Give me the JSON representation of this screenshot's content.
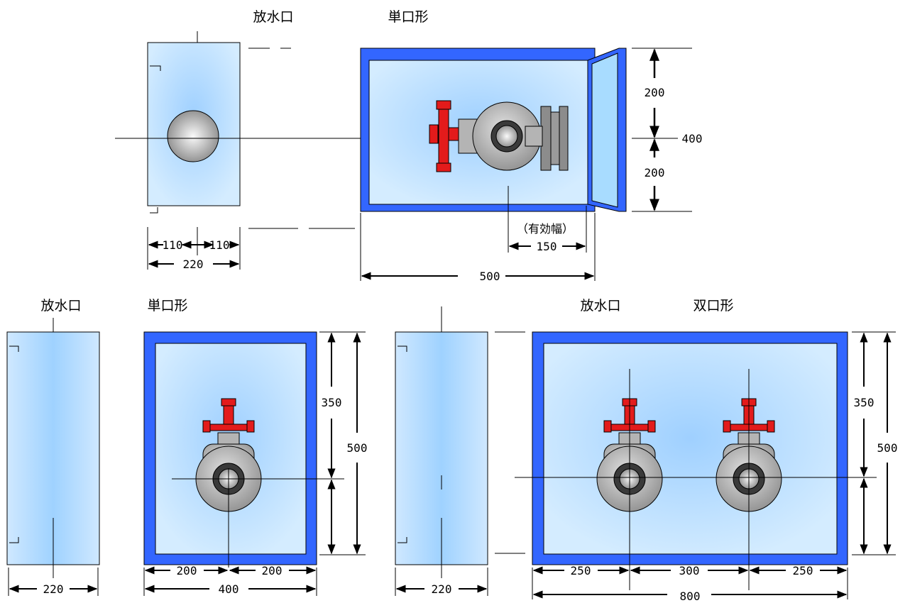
{
  "top": {
    "side": {
      "title": "放水口",
      "dims": {
        "left": "110",
        "right": "110",
        "total": "220"
      }
    },
    "front": {
      "title": "単口形",
      "dims": {
        "effective_label": "（有効幅）",
        "effective": "150",
        "width": "500",
        "upper": "200",
        "lower": "200",
        "height": "400"
      }
    }
  },
  "bottom_left": {
    "side": {
      "title": "放水口",
      "dims": {
        "total": "220"
      }
    },
    "front": {
      "title": "単口形",
      "dims": {
        "a": "200",
        "b": "200",
        "width": "400",
        "upper": "350",
        "height": "500"
      }
    }
  },
  "bottom_right": {
    "side": {
      "title": "放水口",
      "dims": {
        "total": "220"
      }
    },
    "front": {
      "title": "双口形",
      "dims": {
        "a": "250",
        "b": "300",
        "c": "250",
        "width": "800",
        "upper": "350",
        "height": "500"
      }
    }
  },
  "colors": {
    "frame": "#3366ff",
    "panel": "#c2e2ff",
    "handle": "#e31b1b",
    "valve_gray": "#b4b4b4",
    "glass": "#a8dcff"
  }
}
